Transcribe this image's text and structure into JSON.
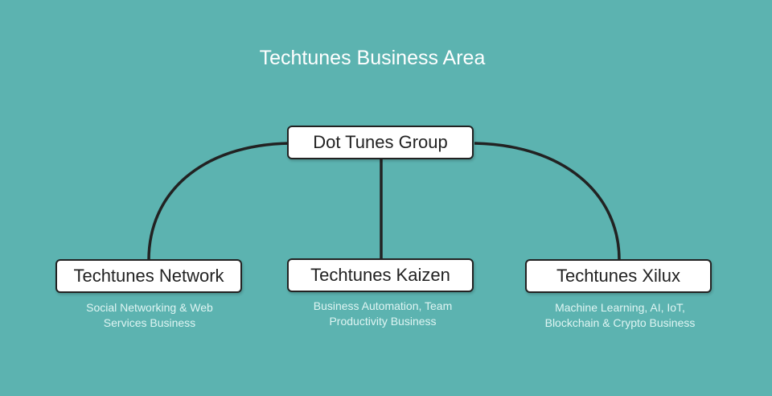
{
  "title": "Techtunes Business Area",
  "root": {
    "label": "Dot Tunes Group"
  },
  "children": [
    {
      "label": "Techtunes Network",
      "description_line1": "Social Networking & Web",
      "description_line2": "Services Business"
    },
    {
      "label": "Techtunes Kaizen",
      "description_line1": "Business Automation, Team",
      "description_line2": "Productivity Business"
    },
    {
      "label": "Techtunes Xilux",
      "description_line1": "Machine Learning, AI, IoT,",
      "description_line2": "Blockchain & Crypto Business"
    }
  ],
  "colors": {
    "background": "#5cb3b0",
    "line": "#222222",
    "description": "#dff5f3"
  }
}
